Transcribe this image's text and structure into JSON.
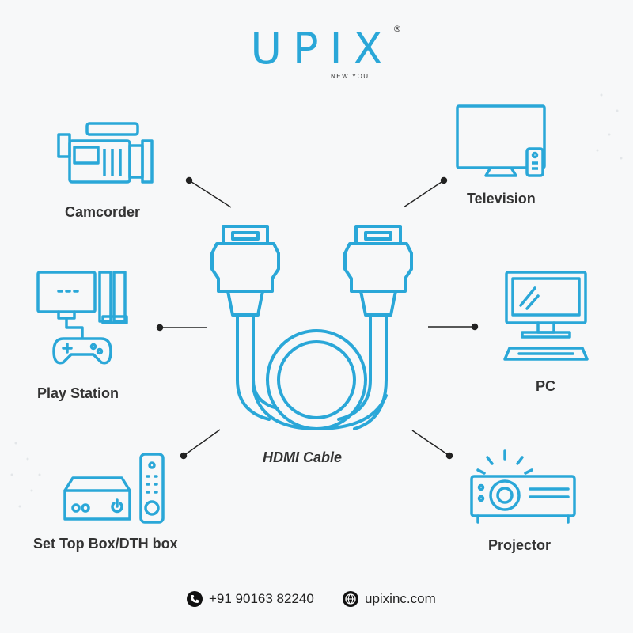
{
  "brand": {
    "name": "UPIX",
    "registered": "®",
    "tagline": "NEW YOU"
  },
  "center": {
    "label": "HDMI Cable"
  },
  "devices": [
    {
      "label": "Camcorder",
      "icon": "camcorder-icon"
    },
    {
      "label": "Television",
      "icon": "television-icon"
    },
    {
      "label": "Play Station",
      "icon": "play-station-icon"
    },
    {
      "label": "PC",
      "icon": "pc-icon"
    },
    {
      "label": "Set Top Box/DTH box",
      "icon": "set-top-box-icon"
    },
    {
      "label": "Projector",
      "icon": "projector-icon"
    }
  ],
  "contact": {
    "phone": "+91 90163 82240",
    "website": "upixinc.com"
  },
  "colors": {
    "accent": "#2aa7d8",
    "text": "#333333"
  }
}
